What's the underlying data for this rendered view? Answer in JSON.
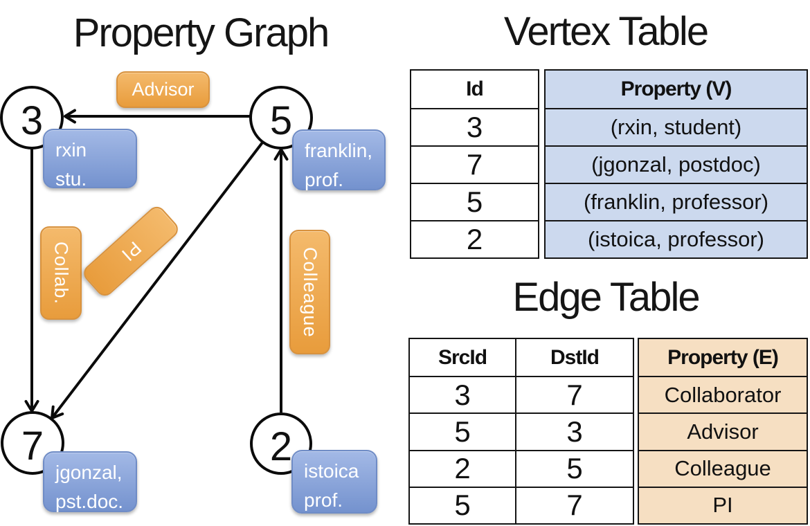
{
  "graph": {
    "title": "Property Graph",
    "nodes": [
      {
        "id": "3",
        "property_line1": "rxin",
        "property_line2": "stu."
      },
      {
        "id": "5",
        "property_line1": "franklin,",
        "property_line2": "prof."
      },
      {
        "id": "7",
        "property_line1": "jgonzal,",
        "property_line2": "pst.doc."
      },
      {
        "id": "2",
        "property_line1": "istoica",
        "property_line2": "prof."
      }
    ],
    "edge_labels": [
      {
        "label": "Advisor"
      },
      {
        "label": "Collab."
      },
      {
        "label": "PI"
      },
      {
        "label": "Colleague"
      }
    ]
  },
  "vertex_table": {
    "title": "Vertex Table",
    "columns": {
      "id": "Id",
      "property": "Property (V)"
    },
    "rows": [
      {
        "id": "3",
        "property": "(rxin, student)"
      },
      {
        "id": "7",
        "property": "(jgonzal, postdoc)"
      },
      {
        "id": "5",
        "property": "(franklin, professor)"
      },
      {
        "id": "2",
        "property": "(istoica, professor)"
      }
    ]
  },
  "edge_table": {
    "title": "Edge Table",
    "columns": {
      "src": "SrcId",
      "dst": "DstId",
      "property": "Property (E)"
    },
    "rows": [
      {
        "src": "3",
        "dst": "7",
        "property": "Collaborator"
      },
      {
        "src": "5",
        "dst": "3",
        "property": "Advisor"
      },
      {
        "src": "2",
        "dst": "5",
        "property": "Colleague"
      },
      {
        "src": "5",
        "dst": "7",
        "property": "PI"
      }
    ]
  },
  "colors": {
    "edge_label_fill_top": "#F4BA6C",
    "edge_label_fill_bottom": "#E89C3C",
    "edge_label_border": "#D8923E",
    "vertex_label_fill_top": "#A3B9E6",
    "vertex_label_fill_bottom": "#7492CE",
    "vertex_label_border": "#6F8CC6",
    "vertex_property_cell_bg": "#CCD9EE",
    "edge_property_cell_bg": "#F6DFC2",
    "line_color": "#0B0B0B",
    "text_on_labels": "#FFFFFF"
  }
}
